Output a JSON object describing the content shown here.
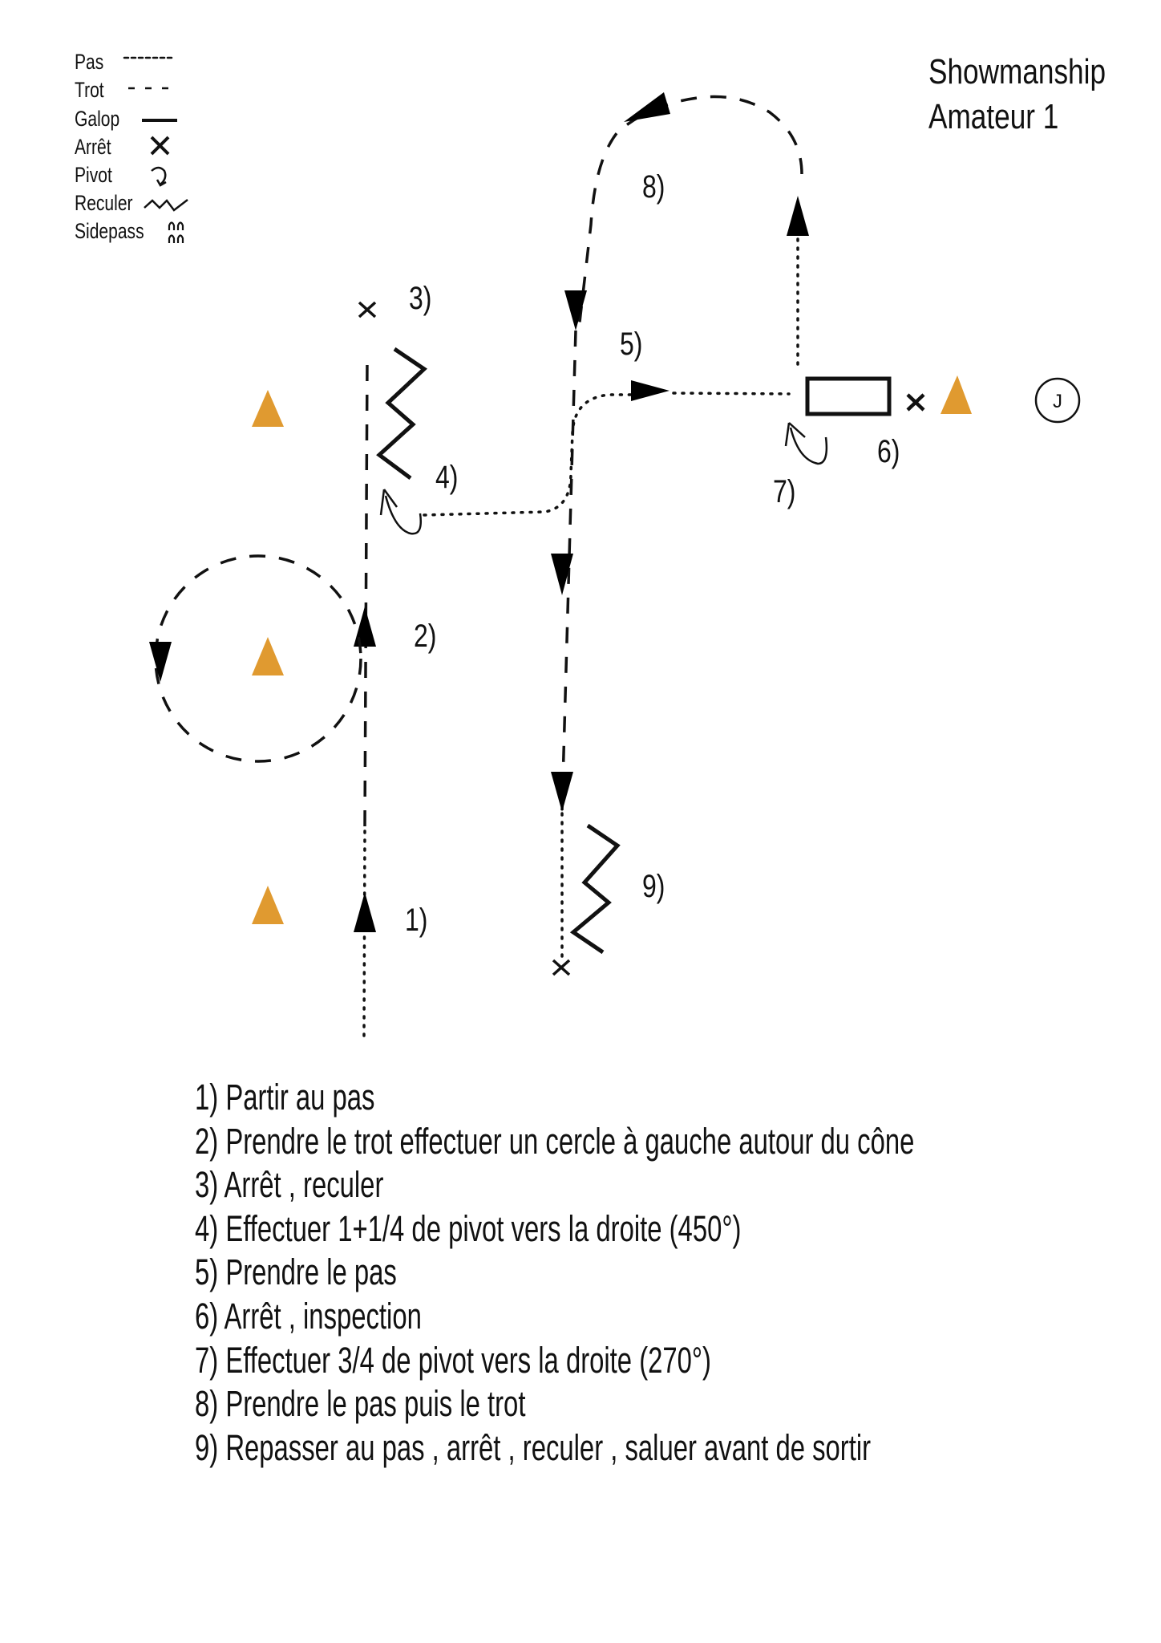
{
  "title": {
    "line1": "Showmanship",
    "line2": "Amateur 1"
  },
  "legend": {
    "pas": "Pas",
    "trot": "Trot",
    "galop": "Galop",
    "arret": "Arrêt",
    "pivot": "Pivot",
    "reculer": "Reculer",
    "sidepass": "Sidepass"
  },
  "steps": {
    "s1": "1)",
    "s2": "2)",
    "s3": "3)",
    "s4": "4)",
    "s5": "5)",
    "s6": "6)",
    "s7": "7)",
    "s8": "8)",
    "s9": "9)"
  },
  "judge": "J",
  "colors": {
    "cone": "#e09a30"
  },
  "instructions": [
    "1) Partir au pas",
    "2) Prendre le trot  effectuer un cercle à gauche autour du cône",
    "3) Arrêt , reculer",
    "4) Effectuer 1+1/4 de pivot vers la droite (450°)",
    "5) Prendre le pas",
    "6) Arrêt , inspection",
    "7) Effectuer 3/4 de pivot vers la droite (270°)",
    "8) Prendre le pas puis le trot",
    "9) Repasser au pas , arrêt , reculer , saluer avant de sortir"
  ]
}
